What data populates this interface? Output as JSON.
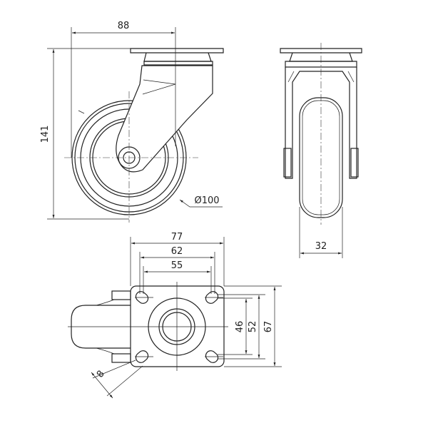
{
  "title": "Swivel castor technical drawing",
  "dimensions": {
    "offset": "88",
    "height": "141",
    "wheel_diameter": "Ø100",
    "wheel_width": "32",
    "plate_width": "77",
    "hole_spacing_outer": "62",
    "hole_spacing_inner": "55",
    "hole_spacing_v_inner": "46",
    "hole_spacing_v_outer": "52",
    "plate_length": "67",
    "hole_size": "8"
  },
  "colors": {
    "line": "#222222",
    "background": "#ffffff"
  }
}
